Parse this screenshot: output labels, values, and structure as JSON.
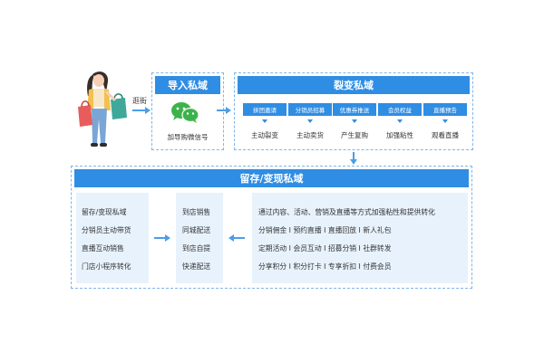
{
  "shopper": {
    "walk_label": "逛街"
  },
  "import_section": {
    "title": "导入私域",
    "caption": "加导购微信号"
  },
  "fission_section": {
    "title": "裂变私域",
    "items": [
      {
        "tag": "拼团邀请",
        "result": "主动裂变"
      },
      {
        "tag": "分销员招募",
        "result": "主动卖货"
      },
      {
        "tag": "优惠券推送",
        "result": "产生复购"
      },
      {
        "tag": "会员权益",
        "result": "加强粘性"
      },
      {
        "tag": "直播预告",
        "result": "观看直播"
      }
    ]
  },
  "retain_section": {
    "title": "留存/变现私域",
    "left_items": [
      "留存/变现私域",
      "分销员主动带货",
      "直播互动销售",
      "门店小程序转化"
    ],
    "middle_items": [
      "到店销售",
      "同城配送",
      "到店自提",
      "快递配送"
    ],
    "right_items": [
      "通过内容、活动、营销及直播等方式加强粘性和提供转化",
      "分销佣金 I 预约直播 I 直播回放 I 新人礼包",
      "定期活动 I 会员互动 I 招募分销 I 社群转发",
      "分享积分 I 积分打卡 I 专享折扣 I 付费会员"
    ]
  },
  "colors": {
    "primary": "#2f8de4",
    "light": "#e8f2fc",
    "dashed": "#7fb5ea",
    "arrow": "#4a9ee8"
  }
}
